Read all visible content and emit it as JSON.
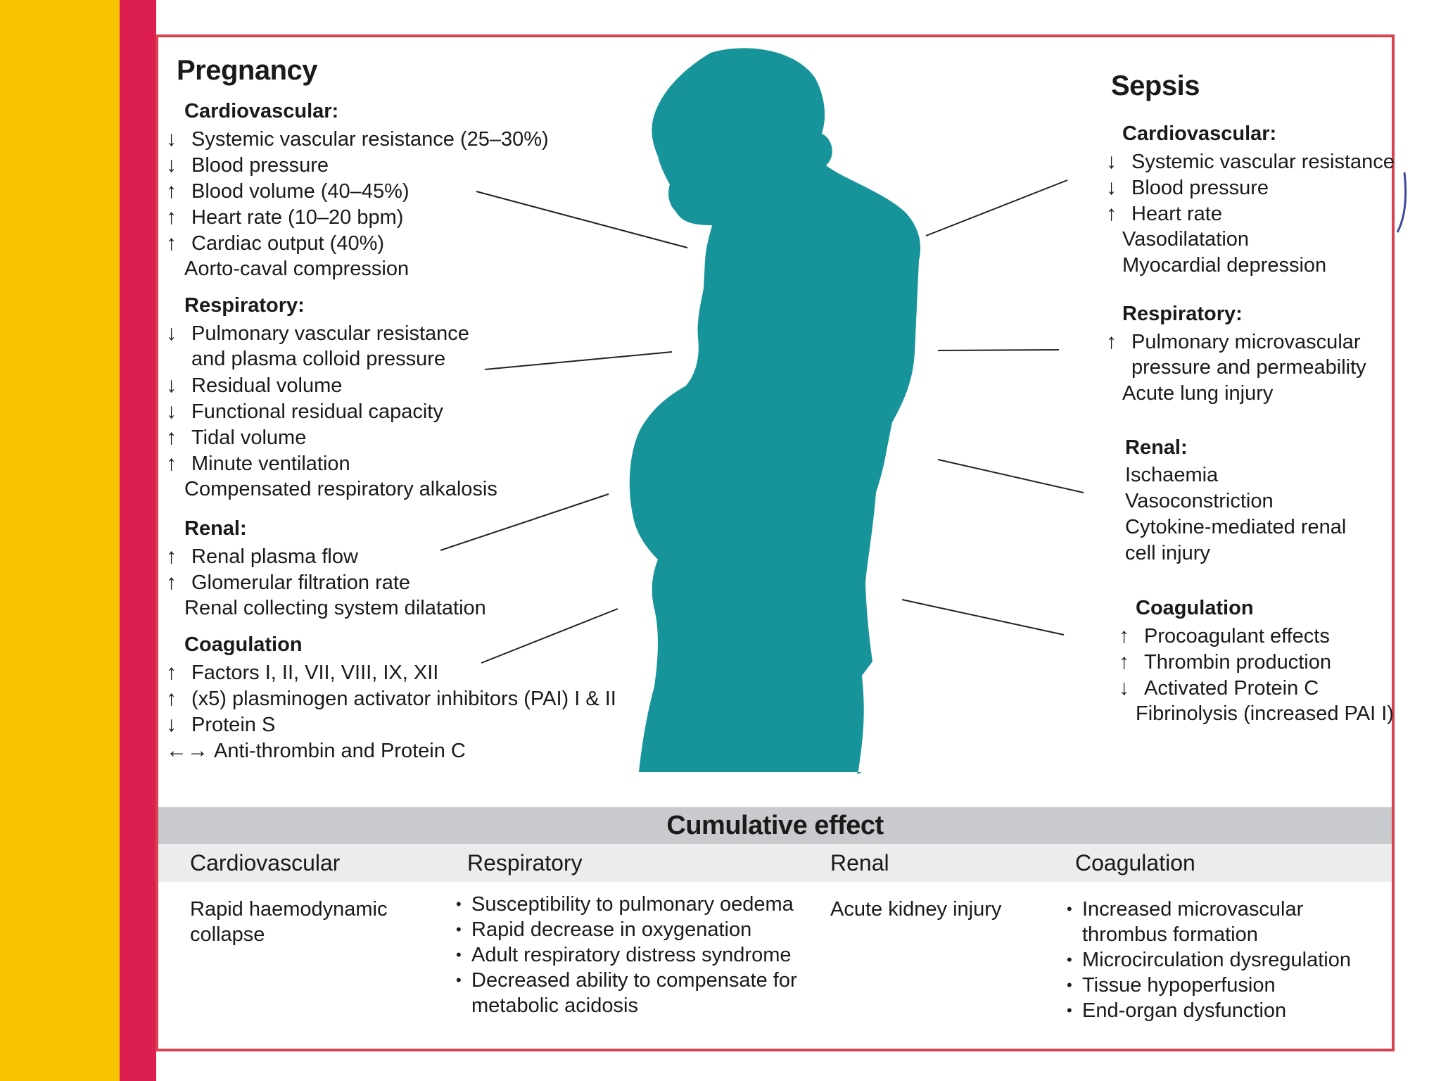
{
  "pregnancy": {
    "title": "Pregnancy",
    "sections": [
      {
        "heading": "Cardiovascular:",
        "items": [
          {
            "dir": "down",
            "text": "Systemic vascular resistance (25–30%)"
          },
          {
            "dir": "down",
            "text": "Blood pressure"
          },
          {
            "dir": "up",
            "text": "Blood volume (40–45%)"
          },
          {
            "dir": "up",
            "text": "Heart rate (10–20 bpm)"
          },
          {
            "dir": "up",
            "text": "Cardiac output (40%)"
          },
          {
            "dir": "none",
            "text": "Aorto-caval compression"
          }
        ]
      },
      {
        "heading": "Respiratory:",
        "items": [
          {
            "dir": "down",
            "text": "Pulmonary vascular resistance"
          },
          {
            "dir": "cont",
            "text": "and plasma colloid pressure"
          },
          {
            "dir": "down",
            "text": "Residual volume"
          },
          {
            "dir": "down",
            "text": "Functional residual capacity"
          },
          {
            "dir": "up",
            "text": "Tidal volume"
          },
          {
            "dir": "up",
            "text": "Minute ventilation"
          },
          {
            "dir": "none",
            "text": "Compensated respiratory alkalosis"
          }
        ]
      },
      {
        "heading": "Renal:",
        "items": [
          {
            "dir": "up",
            "text": "Renal plasma flow"
          },
          {
            "dir": "up",
            "text": "Glomerular filtration rate"
          },
          {
            "dir": "none",
            "text": "Renal collecting system dilatation"
          }
        ]
      },
      {
        "heading": "Coagulation",
        "items": [
          {
            "dir": "up",
            "text": "Factors I, II, VII, VIII, IX, XII"
          },
          {
            "dir": "up",
            "text": "(x5) plasminogen activator inhibitors (PAI) I & II"
          },
          {
            "dir": "down",
            "text": "Protein S"
          },
          {
            "dir": "both",
            "text": "Anti-thrombin and Protein C"
          }
        ]
      }
    ]
  },
  "sepsis": {
    "title": "Sepsis",
    "sections": [
      {
        "heading": "Cardiovascular:",
        "items": [
          {
            "dir": "down",
            "text": "Systemic vascular resistance"
          },
          {
            "dir": "down",
            "text": "Blood pressure"
          },
          {
            "dir": "up",
            "text": "Heart rate"
          },
          {
            "dir": "none",
            "text": "Vasodilatation"
          },
          {
            "dir": "none",
            "text": "Myocardial depression"
          }
        ]
      },
      {
        "heading": "Respiratory:",
        "items": [
          {
            "dir": "up",
            "text": "Pulmonary microvascular"
          },
          {
            "dir": "cont",
            "text": "pressure and permeability"
          },
          {
            "dir": "none",
            "text": "Acute lung injury"
          }
        ]
      },
      {
        "heading": "Renal:",
        "items": [
          {
            "dir": "none",
            "text": "Ischaemia"
          },
          {
            "dir": "none",
            "text": "Vasoconstriction"
          },
          {
            "dir": "none",
            "text": "Cytokine-mediated renal"
          },
          {
            "dir": "none",
            "text": "cell injury"
          }
        ]
      },
      {
        "heading": "Coagulation",
        "items": [
          {
            "dir": "up",
            "text": "Procoagulant effects"
          },
          {
            "dir": "up",
            "text": "Thrombin production"
          },
          {
            "dir": "down",
            "text": "Activated Protein C"
          },
          {
            "dir": "none",
            "text": "Fibrinolysis (increased PAI I)"
          }
        ]
      }
    ]
  },
  "cumulative": {
    "title": "Cumulative effect",
    "columns": [
      {
        "heading": "Cardiovascular",
        "lines": [
          "Rapid haemodynamic",
          "collapse"
        ]
      },
      {
        "heading": "Respiratory",
        "bullets": [
          "Susceptibility to pulmonary oedema",
          "Rapid decrease in oxygenation",
          "Adult respiratory distress syndrome",
          "Decreased ability to compensate for metabolic acidosis"
        ]
      },
      {
        "heading": "Renal",
        "lines": [
          "Acute kidney injury"
        ]
      },
      {
        "heading": "Coagulation",
        "bullets": [
          "Increased microvascular thrombus formation",
          "Microcirculation dysregulation",
          "Tissue hypoperfusion",
          "End-organ dysfunction"
        ]
      }
    ]
  },
  "colors": {
    "silhouette": "#17949a",
    "accent_red": "#dc1f4e",
    "accent_yellow": "#f9c300",
    "frame": "#d9434f"
  }
}
